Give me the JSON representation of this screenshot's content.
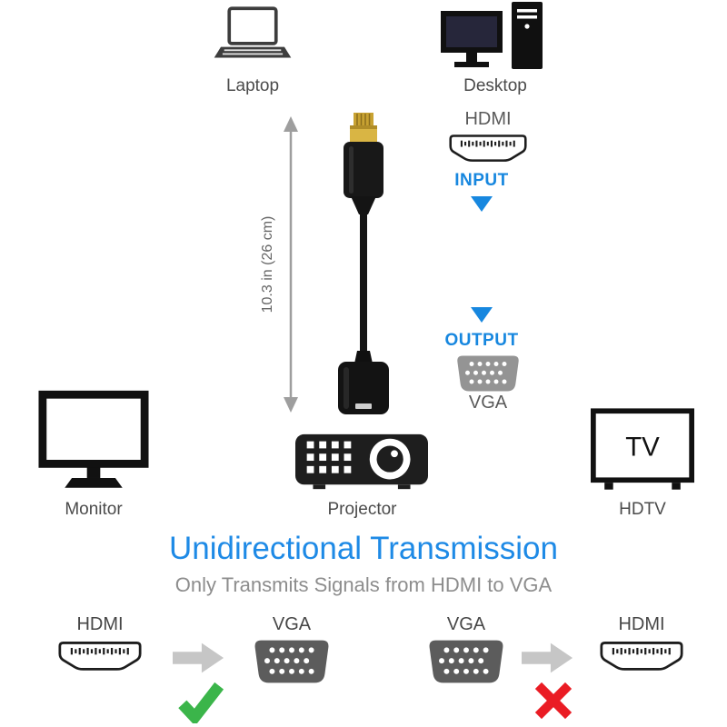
{
  "top_devices": [
    {
      "label": "Laptop",
      "icon": "laptop-icon"
    },
    {
      "label": "Desktop",
      "icon": "desktop-icon"
    }
  ],
  "adapter": {
    "length_label": "10.3 in (26 cm)",
    "input": {
      "port": "HDMI",
      "label": "INPUT"
    },
    "output": {
      "port": "VGA",
      "label": "OUTPUT"
    }
  },
  "bottom_devices": [
    {
      "label": "Monitor",
      "icon": "monitor-icon"
    },
    {
      "label": "Projector",
      "icon": "projector-icon"
    },
    {
      "label": "HDTV",
      "icon": "tv-icon",
      "screen_text": "TV"
    }
  ],
  "transmission": {
    "title": "Unidirectional Transmission",
    "subtitle": "Only Transmits Signals from HDMI to VGA",
    "allowed": {
      "from": "HDMI",
      "to": "VGA",
      "result": "check-icon"
    },
    "blocked": {
      "from": "VGA",
      "to": "HDMI",
      "result": "cross-icon"
    }
  },
  "colors": {
    "accent_blue": "#1787df",
    "title_blue": "#1e8ae6",
    "label_grey": "#4b4b4b",
    "subtitle_grey": "#8d8d8d",
    "check_green": "#3bb54a",
    "cross_red": "#ea1c24",
    "arrow_grey": "#c6c6c6",
    "gold": "#d9b544"
  }
}
